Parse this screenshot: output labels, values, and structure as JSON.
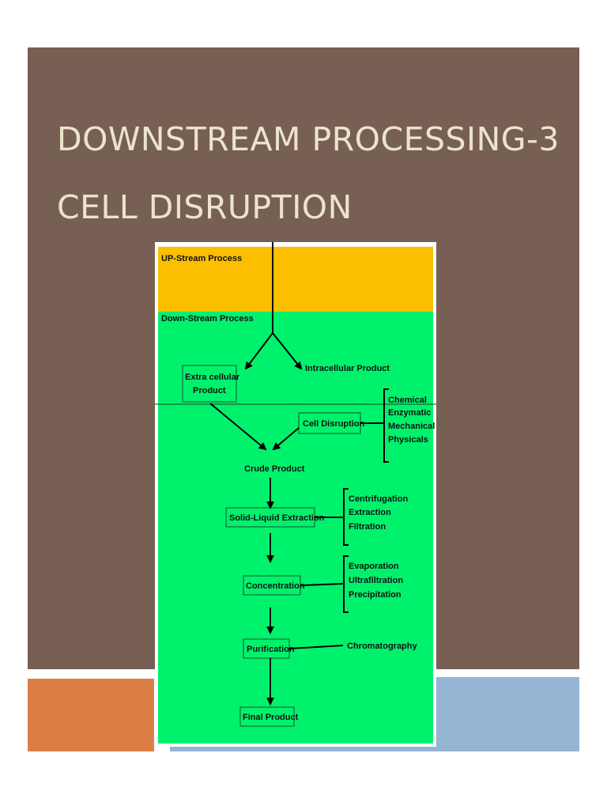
{
  "slide": {
    "title_line1": "DOWNSTREAM PROCESSING-3",
    "title_line2": "CELL DISRUPTION"
  },
  "diagram": {
    "upstream_label": "UP-Stream Process",
    "downstream_label": "Down-Stream Process",
    "extra_cellular_line1": "Extra cellular",
    "extra_cellular_line2": "Product",
    "intracellular": "Intracellular Product",
    "cell_disruption": "Cell Disruption",
    "disruption_methods": [
      "Chemical",
      "Enzymatic",
      "Mechanical",
      "Physicals"
    ],
    "crude_product": "Crude Product",
    "solid_liquid": "Solid-Liquid Extraction",
    "separation_methods": [
      "Centrifugation",
      "Extraction",
      "Filtration"
    ],
    "concentration": "Concentration",
    "concentration_methods": [
      "Evaporation",
      "Ultrafiltration",
      "Precipitation"
    ],
    "purification": "Purification",
    "chromatography": "Chromatography",
    "final_product": "Final Product"
  },
  "colors": {
    "slide_bg": "#775f53",
    "title_text": "#ece4cb",
    "upstream": "#fcbf00",
    "downstream": "#00f26d",
    "band_orange": "#dc7f46",
    "band_blue": "#95b5d3"
  }
}
